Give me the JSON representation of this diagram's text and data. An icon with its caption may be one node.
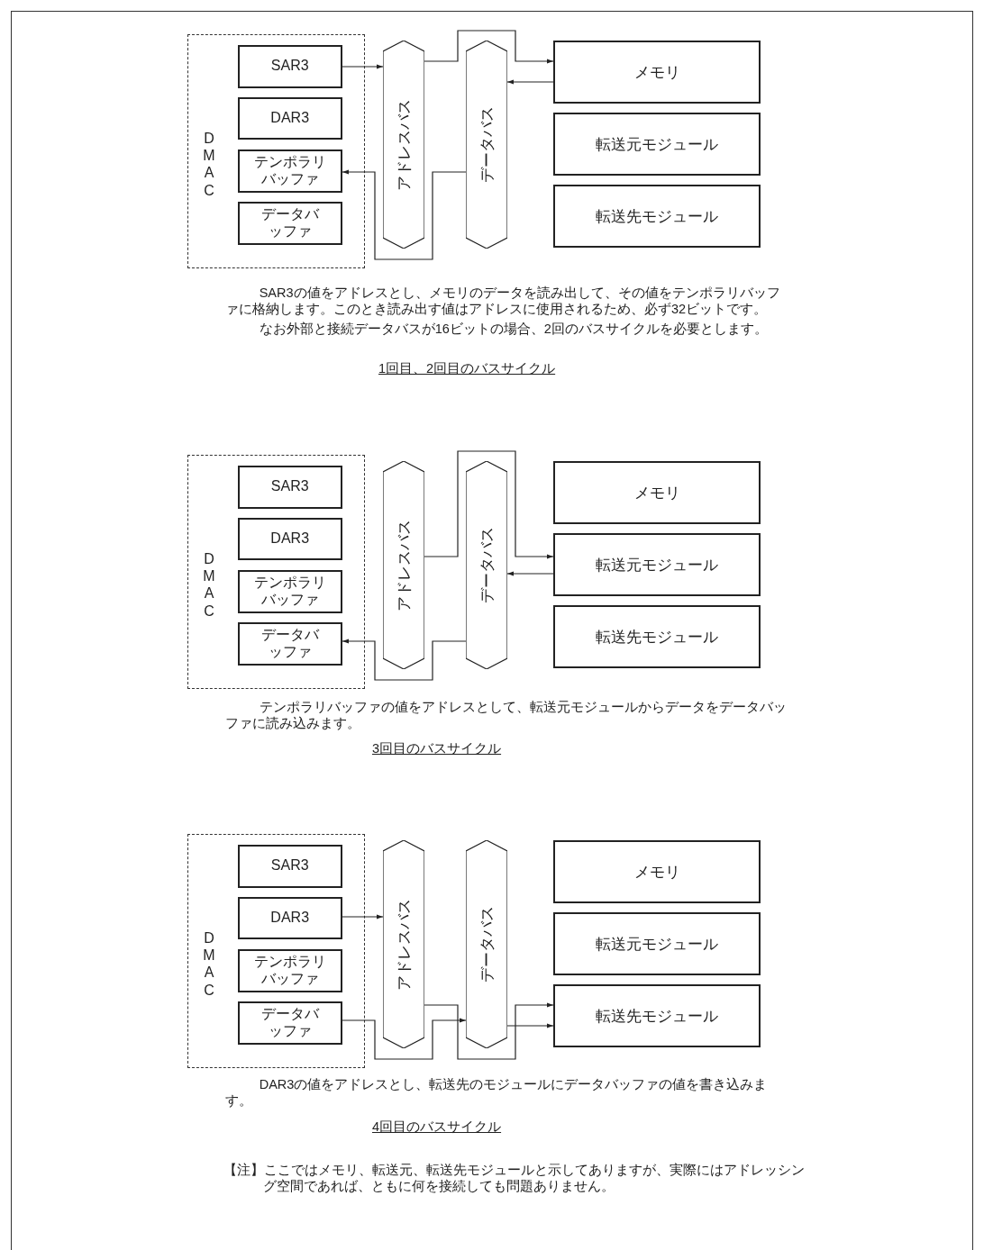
{
  "diagram": {
    "nodes": [
      {
        "text": [
          "D M A C"
        ]
      },
      {
        "text": [
          "SAR3"
        ],
        "in": 0
      },
      {
        "text": [
          "DAR3"
        ],
        "in": 0
      },
      {
        "text": [
          "テンポラリバッファ"
        ],
        "in": 0
      },
      {
        "text": [
          "データバッファ"
        ],
        "in": 0
      },
      {
        "text": [
          "アドレスバス"
        ]
      },
      {
        "text": [
          "データバス"
        ]
      },
      {
        "text": [
          "メモリ"
        ]
      },
      {
        "text": [
          "転送元モジュール"
        ]
      },
      {
        "text": [
          "転送先モジュール"
        ]
      },
      {
        "text": [
          "D M A C"
        ]
      },
      {
        "text": [
          "SAR3"
        ],
        "in": 10
      },
      {
        "text": [
          "DAR3"
        ],
        "in": 10
      },
      {
        "text": [
          "テンポラリバッファ"
        ],
        "in": 10
      },
      {
        "text": [
          "データバッファ"
        ],
        "in": 10
      },
      {
        "text": [
          "アドレスバス"
        ]
      },
      {
        "text": [
          "データバス"
        ]
      },
      {
        "text": [
          "メモリ"
        ]
      },
      {
        "text": [
          "転送元モジュール"
        ]
      },
      {
        "text": [
          "転送先モジュール"
        ]
      },
      {
        "text": [
          "D M A C"
        ]
      },
      {
        "text": [
          "SAR3"
        ],
        "in": 20
      },
      {
        "text": [
          "DAR3"
        ],
        "in": 20
      },
      {
        "text": [
          "テンポラリバッファ"
        ],
        "in": 20
      },
      {
        "text": [
          "データバッファ"
        ],
        "in": 20
      },
      {
        "text": [
          "アドレスバス"
        ]
      },
      {
        "text": [
          "データバス"
        ]
      },
      {
        "text": [
          "メモリ"
        ]
      },
      {
        "text": [
          "転送元モジュール"
        ]
      },
      {
        "text": [
          "転送先モジュール"
        ]
      }
    ],
    "edges": [
      {
        "from": 1,
        "to": 5,
        "arrow": "to"
      },
      {
        "from": 5,
        "to": 7,
        "arrow": "to"
      },
      {
        "from": 7,
        "to": 6,
        "arrow": "to"
      },
      {
        "from": 6,
        "to": 3,
        "arrow": "to"
      },
      {
        "from": 15,
        "to": 18,
        "arrow": "to"
      },
      {
        "from": 18,
        "to": 16,
        "arrow": "to"
      },
      {
        "from": 16,
        "to": 14,
        "arrow": "to"
      },
      {
        "from": 22,
        "to": 25,
        "arrow": "to"
      },
      {
        "from": 24,
        "to": 26,
        "arrow": "to"
      },
      {
        "from": 25,
        "to": 29,
        "arrow": "to"
      },
      {
        "from": 26,
        "to": 29,
        "arrow": "to"
      }
    ],
    "labels": [
      "SAR3の値をアドレスとし、メモリのデータを読み出して、その値をテンポラリバッファに格納します。このとき読み出す値はアドレスに使用されるため、必ず32ビットです。",
      "なお外部と接続データバスが16ビットの場合、2回のバスサイクルを必要とします。",
      "1回目、2回目のバスサイクル",
      "テンポラリバッファの値をアドレスとして、転送元モジュールからデータをデータバッファに読み込みます。",
      "3回目のバスサイクル",
      "DAR3の値をアドレスとし、転送先のモジュールにデータバッファの値を書き込みます。",
      "4回目のバスサイクル",
      "【注】ここではメモリ、転送元、転送先モジュールと示してありますが、実際にはアドレッシング空間であれば、ともに何を接続しても問題ありません。"
    ]
  }
}
